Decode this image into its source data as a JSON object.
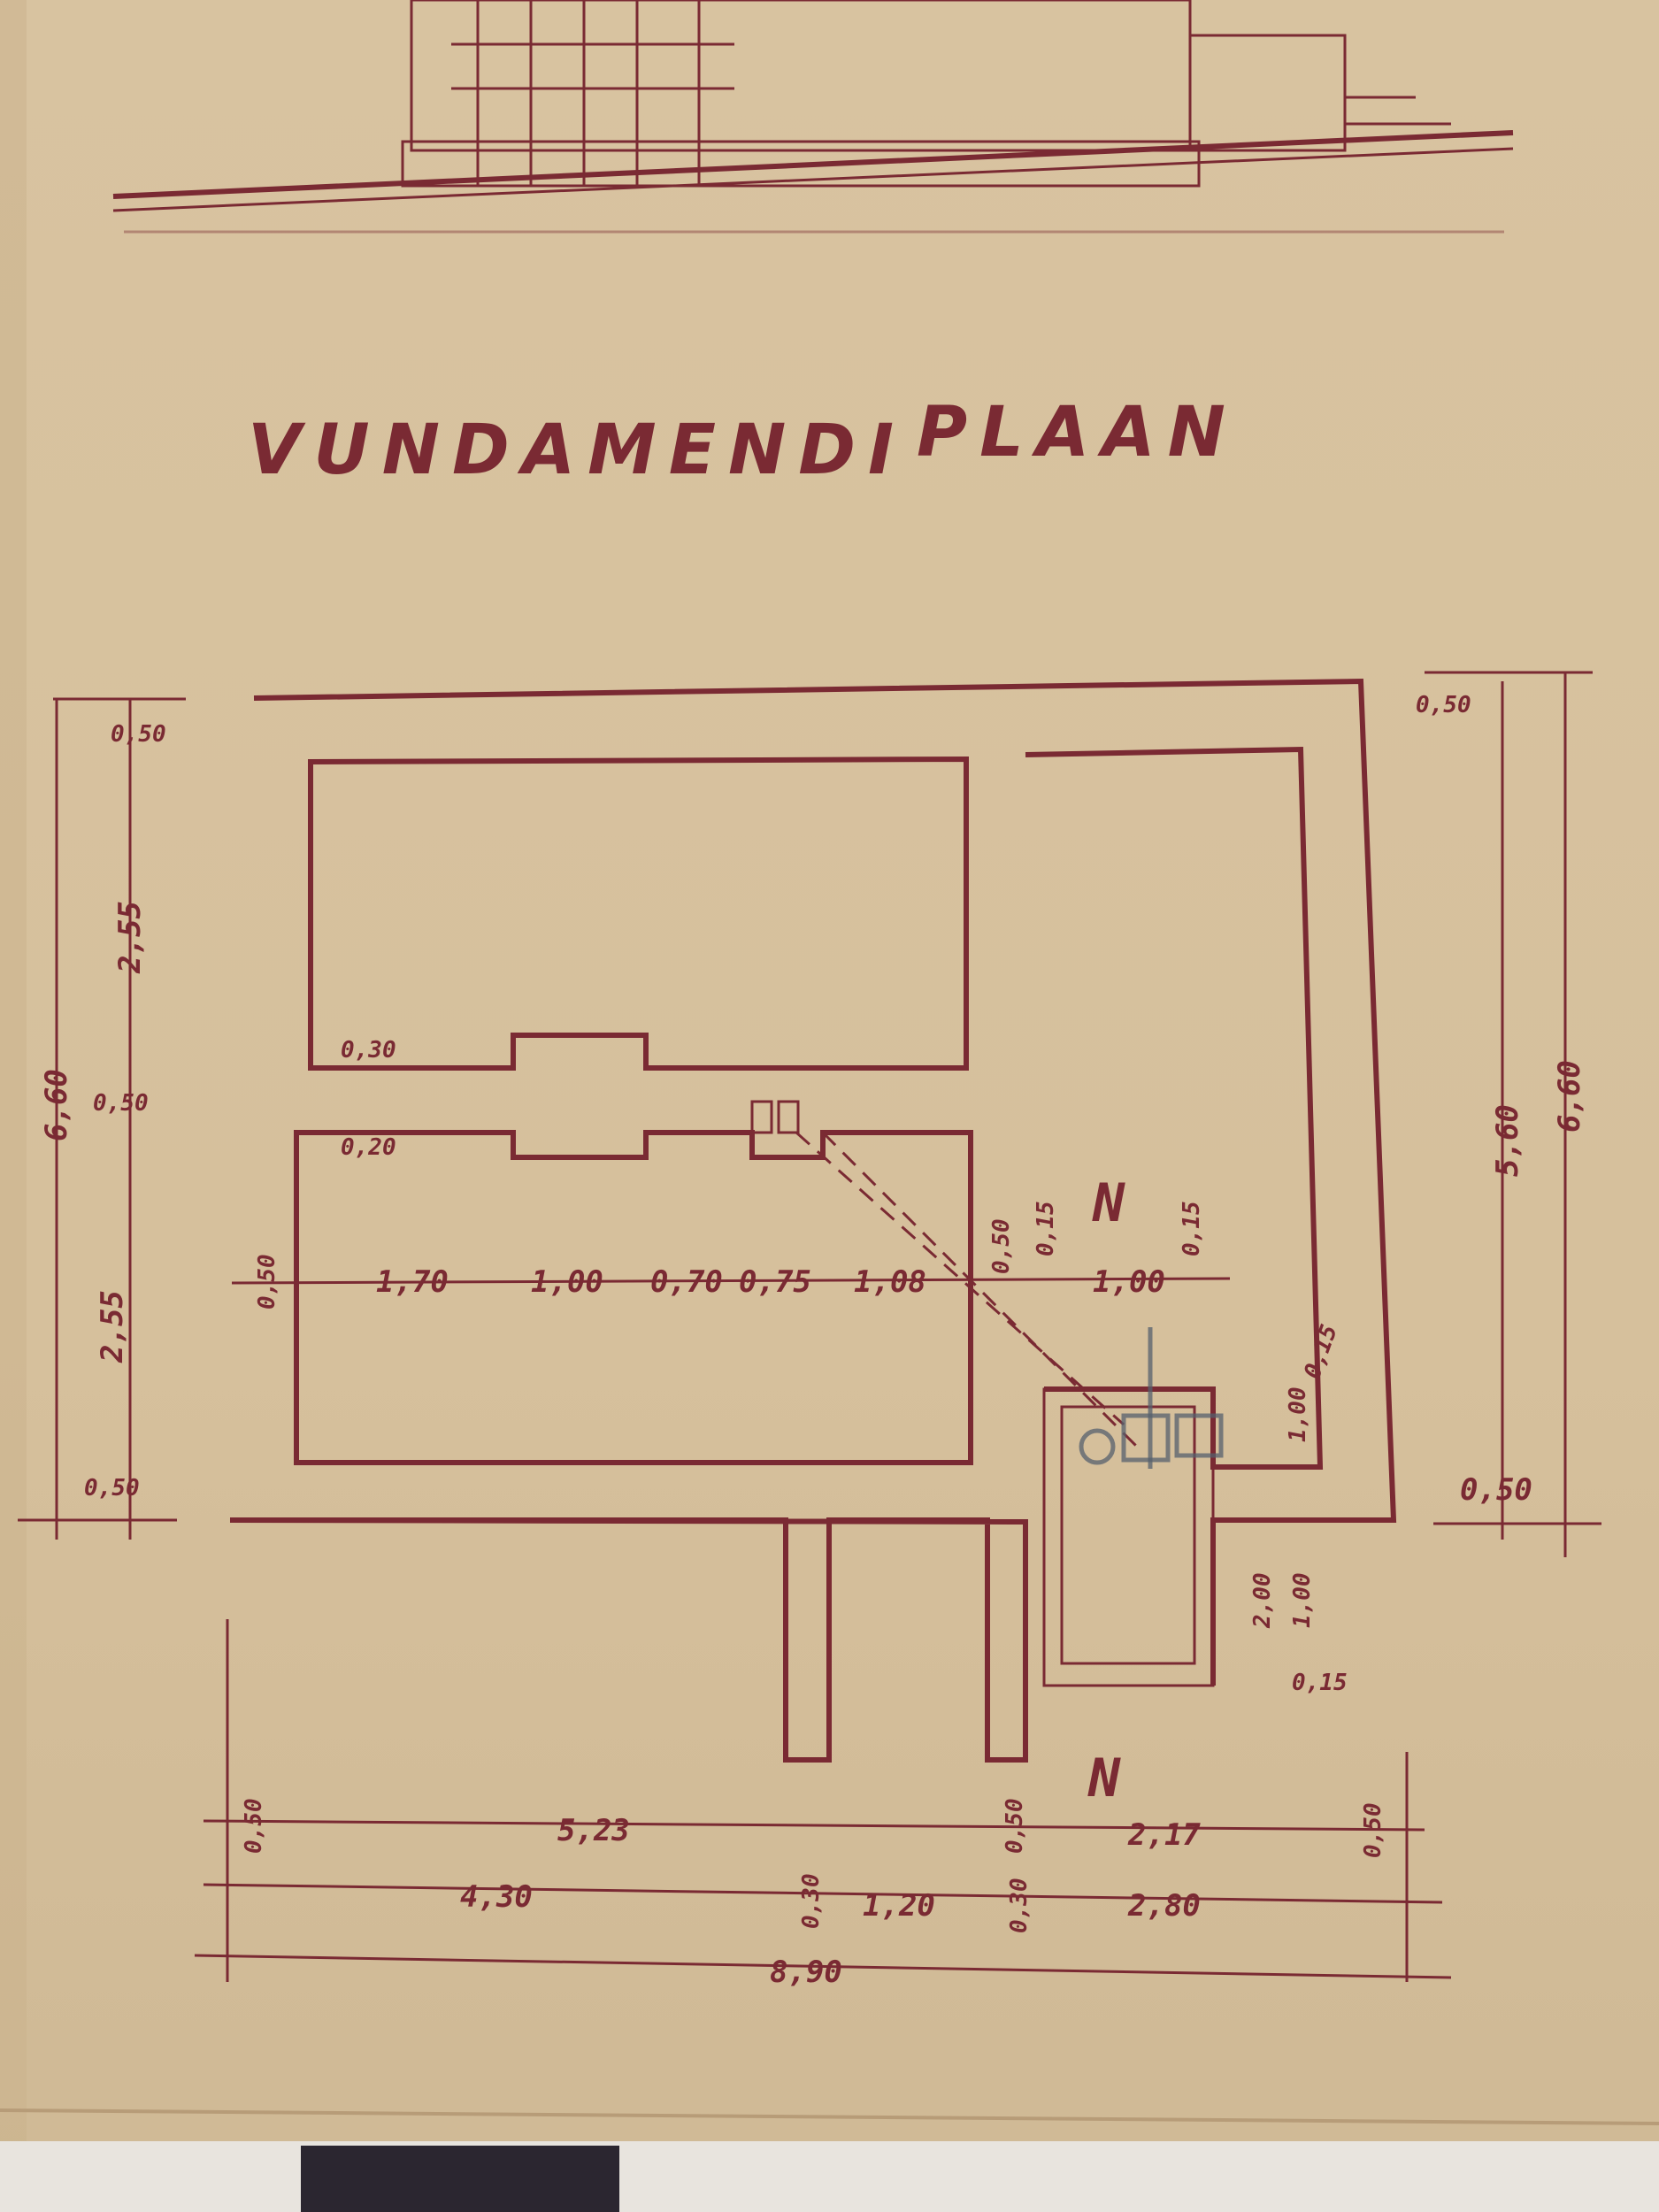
{
  "drawing": {
    "title_word1": "VUNDAMENDI",
    "title_word2": "PLAAN",
    "colors": {
      "ink": "#7a2a33",
      "paper": "#d8c3a0",
      "pencil": "#55606e"
    },
    "section_marks": [
      "N",
      "N"
    ],
    "dimensions": {
      "left_total": "6,60",
      "left_segments": [
        "0,50",
        "2,55",
        "0,50",
        "2,55",
        "0,50"
      ],
      "inner_wall_offsets": [
        "0,30",
        "0,20"
      ],
      "interior_row": [
        "0,50",
        "1,70",
        "1,00",
        "0,70",
        "0,75",
        "1,08",
        "0,50",
        "0,15",
        "1,00",
        "0,15"
      ],
      "right_outer": "6,60",
      "right_inner": "5,60",
      "right_segments": [
        "0,50",
        "0,50"
      ],
      "tank": [
        "0,15",
        "1,00",
        "2,00",
        "1,00",
        "0,15"
      ],
      "bottom_row1": [
        "0,50",
        "5,23",
        "0,50",
        "2,17",
        "0,50"
      ],
      "bottom_row2": [
        "4,30",
        "0,30",
        "1,20",
        "0,30",
        "2,80"
      ],
      "bottom_total": "8,90"
    }
  }
}
